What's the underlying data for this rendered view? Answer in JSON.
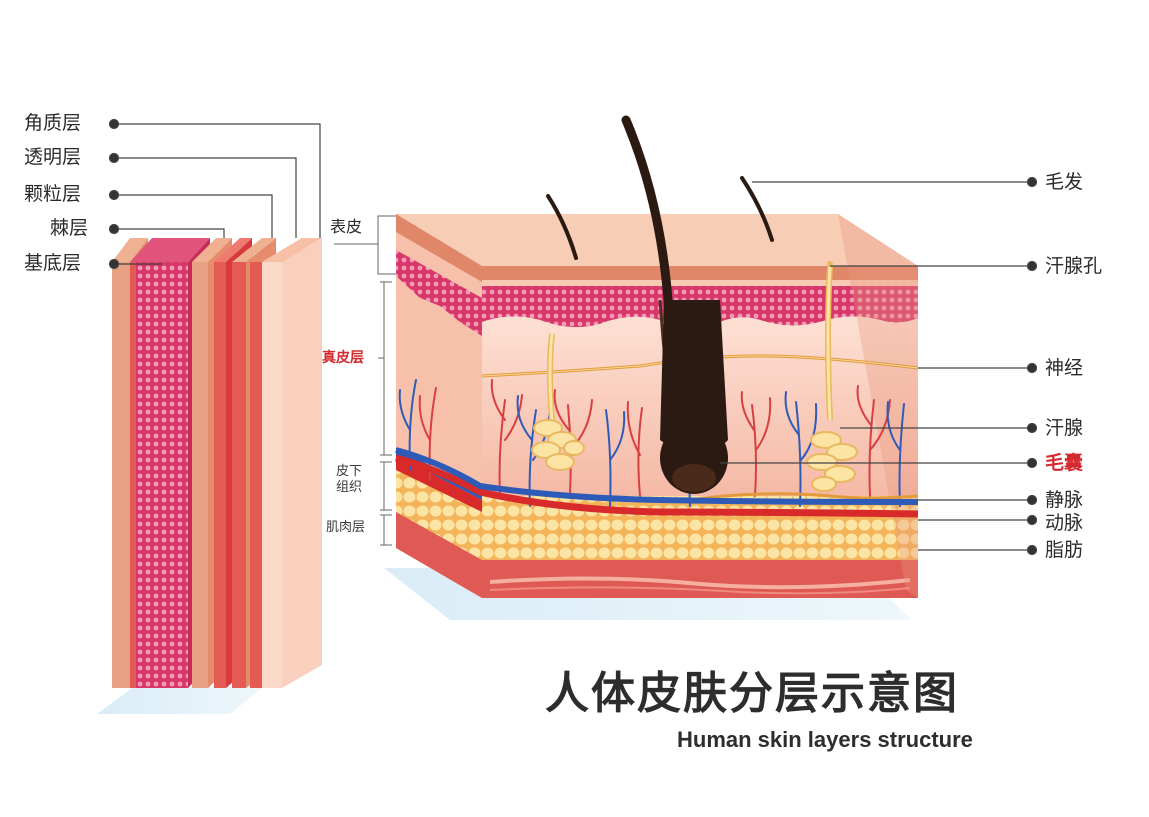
{
  "left_labels": {
    "stratum_corneum": "角质层",
    "stratum_lucidum": "透明层",
    "stratum_granulosum": "颗粒层",
    "stratum_spinosum": "棘层",
    "stratum_basale": "基底层"
  },
  "mid_labels": {
    "epidermis": "表皮",
    "dermis": "真皮层",
    "subcutaneous": "皮下\n组织",
    "muscle": "肌肉层"
  },
  "right_labels": {
    "hair": "毛发",
    "sweat_pore": "汗腺孔",
    "nerve": "神经",
    "sweat_gland": "汗腺",
    "hair_follicle": "毛囊",
    "vein": "静脉",
    "artery": "动脉",
    "fat": "脂肪"
  },
  "title": "人体皮肤分层示意图",
  "subtitle": "Human skin layers structure",
  "colors": {
    "skin_top": "#f7cdb5",
    "skin_edge": "#e0876a",
    "granular": "#d83d6c",
    "dermis": "#f8c7b8",
    "fat": "#f8d788",
    "muscle": "#e05a55",
    "vein": "#2f5bb8",
    "artery": "#d82a2a",
    "nerve": "#e49a3b",
    "hair": "#2a1a12",
    "accent_red": "#d42a30"
  }
}
